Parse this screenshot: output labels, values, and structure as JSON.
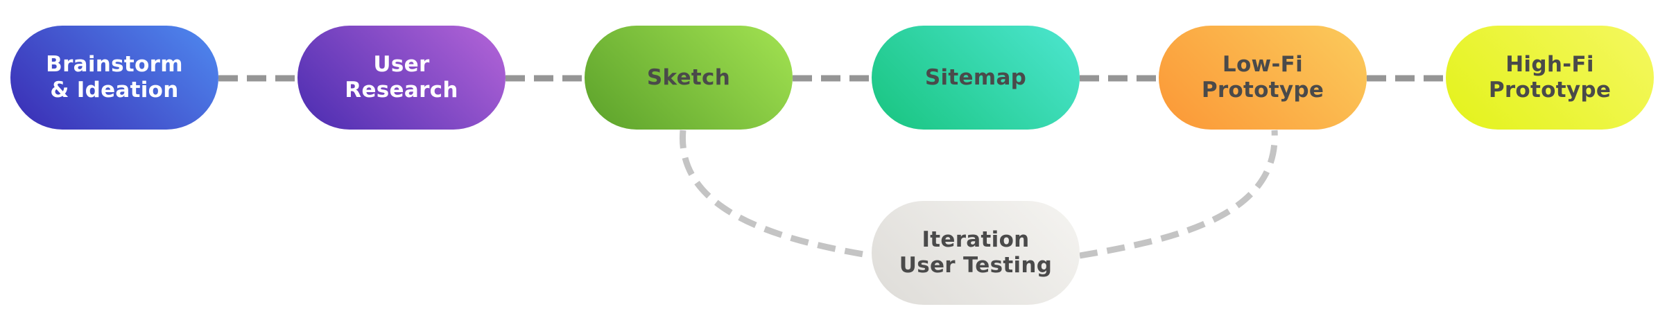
{
  "nodes": [
    {
      "id": "brainstorm",
      "label": "Brainstorm\n& Ideation"
    },
    {
      "id": "user-research",
      "label": "User\nResearch"
    },
    {
      "id": "sketch",
      "label": "Sketch"
    },
    {
      "id": "sitemap",
      "label": "Sitemap"
    },
    {
      "id": "low-fi",
      "label": "Low-Fi\nPrototype"
    },
    {
      "id": "high-fi",
      "label": "High-Fi\nPrototype"
    },
    {
      "id": "iteration",
      "label": "Iteration\nUser Testing"
    }
  ],
  "connector_colors": {
    "main_flow": "#959595",
    "iteration_loop": "#c4c4c4"
  },
  "node_colors": {
    "brainstorm": [
      "#3a2bb3",
      "#4f8af0"
    ],
    "user-research": [
      "#4a2cb0",
      "#b565d8"
    ],
    "sketch": [
      "#5ba12a",
      "#a3e352"
    ],
    "sitemap": [
      "#18c47f",
      "#4de6d0"
    ],
    "low-fi": [
      "#fb9736",
      "#fbcb5c"
    ],
    "high-fi": [
      "#e3f21a",
      "#f5f860"
    ],
    "iteration": [
      "#dedcd8",
      "#f5f4f1"
    ]
  }
}
